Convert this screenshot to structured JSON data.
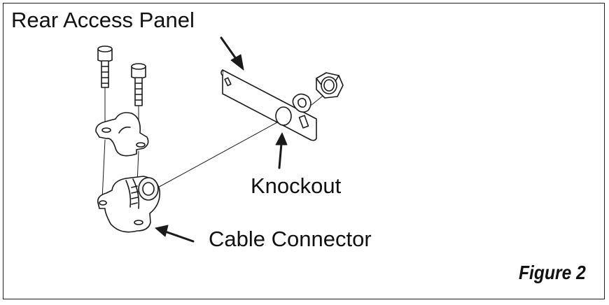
{
  "labels": {
    "rear_access_panel": "Rear Access Panel",
    "knockout": "Knockout",
    "cable_connector": "Cable Connector",
    "figure": "Figure 2"
  },
  "colors": {
    "line": "#1a1a1a",
    "fill": "#ffffff",
    "light_fill": "#f2f2f2"
  },
  "parts": [
    "screw",
    "screw",
    "clamp-strap",
    "cable-connector",
    "rear-access-panel",
    "knockout-hole",
    "washer",
    "locknut"
  ]
}
